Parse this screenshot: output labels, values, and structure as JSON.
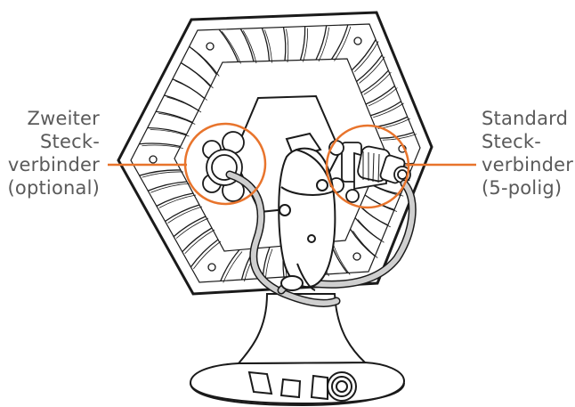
{
  "labels": {
    "left": {
      "lines": [
        "Zweiter",
        "Steck-",
        "verbinder",
        "(optional)"
      ]
    },
    "right": {
      "lines": [
        "Standard",
        "Steck-",
        "verbinder",
        "(5-polig)"
      ]
    }
  },
  "colors": {
    "callout": "#e8742c",
    "outline": "#1a1a1a",
    "text": "#5a5a5a",
    "cable": "#cfcfcf"
  }
}
